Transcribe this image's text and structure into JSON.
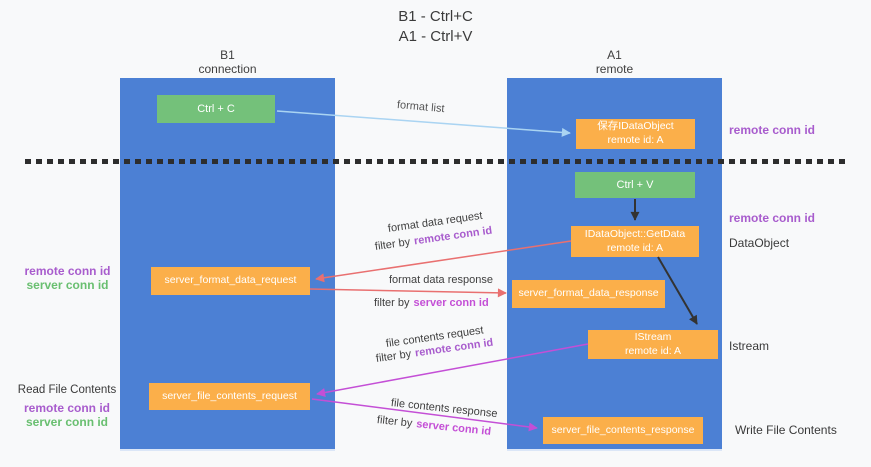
{
  "title": {
    "line1": "B1 - Ctrl+C",
    "line2": "A1 - Ctrl+V"
  },
  "lanes": {
    "left": {
      "title": "B1",
      "subtitle": "connection"
    },
    "right": {
      "title": "A1",
      "subtitle": "remote"
    }
  },
  "nodes": {
    "ctrl_c": {
      "label": "Ctrl + C"
    },
    "save_dataobject": {
      "line1": "保存IDataObject",
      "line2": "remote id: A"
    },
    "ctrl_v": {
      "label": "Ctrl + V"
    },
    "getdata": {
      "line1": "IDataObject::GetData",
      "line2": "remote id: A"
    },
    "server_format_data_request": {
      "label": "server_format_data_request"
    },
    "server_format_data_response": {
      "label": "server_format_data_response"
    },
    "istream": {
      "line1": "IStream",
      "line2": "remote id: A"
    },
    "server_file_contents_request": {
      "label": "server_file_contents_request"
    },
    "server_file_contents_response": {
      "label": "server_file_contents_response"
    }
  },
  "arrow_labels": {
    "format_list": "format list",
    "format_data_request": "format data request",
    "format_data_response": "format data response",
    "file_contents_request": "file contents request",
    "file_contents_response": "file contents response",
    "filter_by": "filter by",
    "remote_conn_id": "remote conn id",
    "server_conn_id": "server conn id"
  },
  "side_labels": {
    "right_top_remote_conn_id": "remote conn id",
    "right_mid_remote_conn_id": "remote conn id",
    "dataobject": "DataObject",
    "istream": "Istream",
    "write_file_contents": "Write File Contents",
    "left_mid": {
      "remote_conn_id": "remote conn id",
      "server_conn_id": "server conn id"
    },
    "left_bottom": {
      "read_file_contents": "Read File Contents",
      "remote_conn_id": "remote conn id",
      "server_conn_id": "server conn id"
    }
  },
  "colors": {
    "lane_blue": "#4c80d4",
    "node_orange": "#fbaf4a",
    "node_green": "#74c17a",
    "arrow_salmon": "#e97070",
    "arrow_magenta": "#c44fd6",
    "arrow_light_blue": "#aad4f2",
    "arrow_black": "#333333",
    "label_purple": "#a85ccd",
    "label_green": "#69bf70",
    "label_magenta": "#c44fd6",
    "background": "#f8f9fa"
  }
}
